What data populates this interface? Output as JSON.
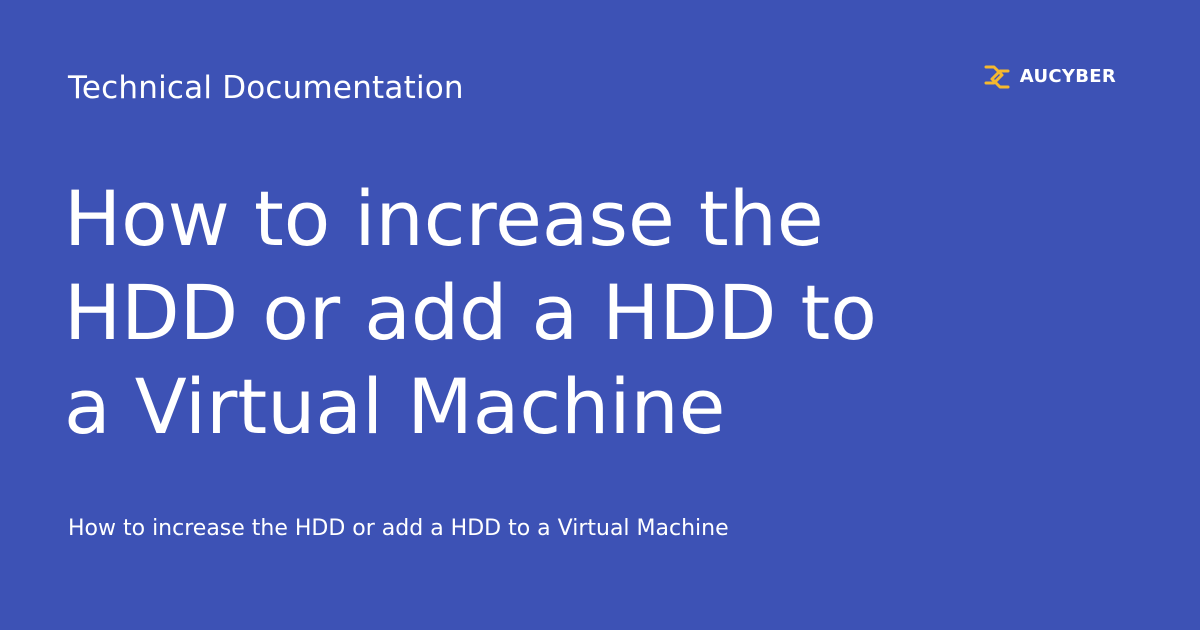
{
  "card": {
    "category": "Technical Documentation",
    "headline": "How to increase the HDD or add a HDD to a Virtual Machine",
    "subtitle": "How to increase the HDD or add a HDD to a Virtual Machine"
  },
  "brand": {
    "name": "AUCYBER",
    "icon": "aucyber-logo-icon",
    "accent_color": "#f5b82e"
  },
  "colors": {
    "background": "#3d52b5",
    "text": "#ffffff"
  }
}
